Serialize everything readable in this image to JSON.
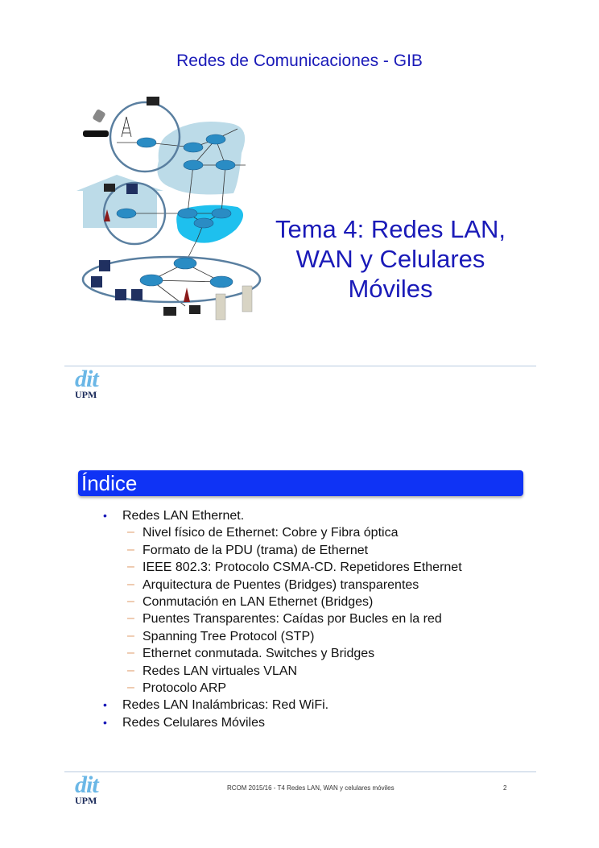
{
  "slide1": {
    "course_title": "Redes de Comunicaciones - GIB",
    "topic_title_lines": [
      "Tema 4: Redes LAN,",
      "WAN y Celulares",
      "Móviles"
    ],
    "diagram": {
      "description": "network-topology-illustration",
      "elements": [
        "cell-tower",
        "mobile-phone",
        "car",
        "laptops",
        "routers",
        "isp-cloud-light",
        "isp-cloud-cyan",
        "home-network",
        "enterprise-network-ring",
        "servers",
        "wireless-access-point"
      ]
    },
    "logo": {
      "top": "dit",
      "bottom": "UPM"
    }
  },
  "slide2": {
    "index_title": "Índice",
    "items": [
      {
        "level": 1,
        "text": "Redes LAN Ethernet."
      },
      {
        "level": 2,
        "text": "Nivel físico de Ethernet: Cobre y Fibra óptica"
      },
      {
        "level": 2,
        "text": "Formato de la PDU (trama) de Ethernet"
      },
      {
        "level": 2,
        "text": "IEEE 802.3: Protocolo CSMA-CD. Repetidores Ethernet"
      },
      {
        "level": 2,
        "text": "Arquitectura de Puentes (Bridges) transparentes"
      },
      {
        "level": 2,
        "text": "Conmutación en LAN Ethernet (Bridges)"
      },
      {
        "level": 2,
        "text": "Puentes Transparentes: Caídas por Bucles en la red"
      },
      {
        "level": 2,
        "text": "Spanning Tree Protocol (STP)"
      },
      {
        "level": 2,
        "text": "Ethernet conmutada. Switches y Bridges"
      },
      {
        "level": 2,
        "text": "Redes LAN virtuales VLAN"
      },
      {
        "level": 2,
        "text": "Protocolo ARP"
      },
      {
        "level": 1,
        "text": "Redes LAN Inalámbricas: Red WiFi."
      },
      {
        "level": 1,
        "text": "Redes Celulares Móviles"
      }
    ],
    "footer": {
      "text": "RCOM 2015/16  - T4 Redes LAN, WAN y celulares móviles",
      "page_number": "2"
    },
    "logo": {
      "top": "dit",
      "bottom": "UPM"
    },
    "markers": {
      "bullet": "•",
      "dash": "–"
    }
  },
  "colors": {
    "title_blue": "#1a1ab8",
    "index_bar": "#0f33f5",
    "dash": "#e0a070",
    "logo": "#6bb7e6"
  }
}
